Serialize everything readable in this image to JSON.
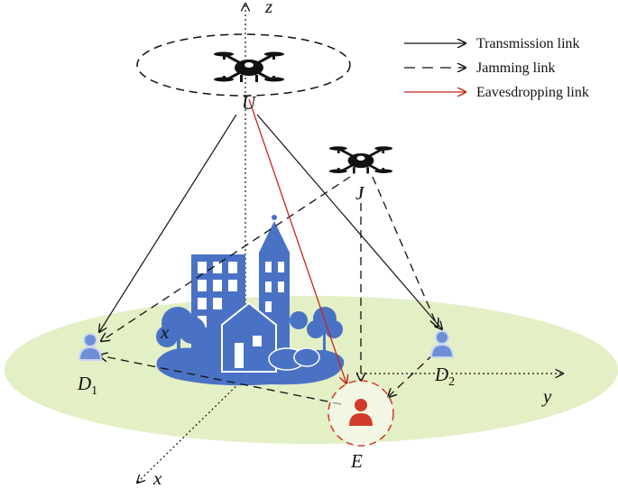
{
  "axes": {
    "x": "x",
    "y": "y",
    "z": "z"
  },
  "nodes": {
    "uav": "U",
    "jammer": "J",
    "eve": "E",
    "d1_main": "D",
    "d1_sub": "1",
    "d2_main": "D",
    "d2_sub": "2"
  },
  "legend": {
    "transmission": "Transmission link",
    "jamming": "Jamming link",
    "eavesdropping": "Eavesdropping link"
  },
  "colors": {
    "ground": "#e3efc4",
    "city": "#4a72c4",
    "eve": "#d23a2a",
    "user": "#6e8fd6",
    "eavesdrop_link": "#c8241c"
  }
}
